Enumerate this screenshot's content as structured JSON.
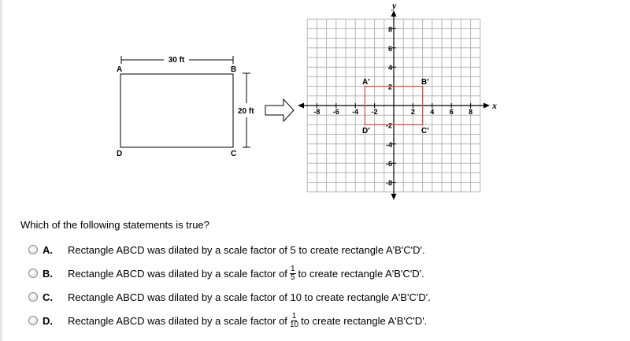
{
  "figure": {
    "original": {
      "width_label": "30 ft",
      "height_label": "20 ft",
      "vertices": {
        "A": "A",
        "B": "B",
        "C": "C",
        "D": "D"
      }
    },
    "arrow_icon": "right-outline-arrow-icon",
    "graph": {
      "x_axis_label": "x",
      "y_axis_label": "y",
      "x_ticks": [
        "-8",
        "-6",
        "-4",
        "-2",
        "2",
        "4",
        "6",
        "8"
      ],
      "y_ticks": [
        "8",
        "6",
        "4",
        "2",
        "-2",
        "-4",
        "-6",
        "-8"
      ],
      "image_vertices": {
        "A": "A′",
        "B": "B′",
        "C": "C′",
        "D": "D′"
      },
      "image_rect": {
        "x_min": -3,
        "x_max": 3,
        "y_min": -2,
        "y_max": 2
      },
      "image_color": "#d9534f"
    }
  },
  "question": "Which of the following statements is true?",
  "choices": [
    {
      "letter": "A.",
      "pre": "Rectangle ABCD was dilated by a scale factor of 5 to create rectangle A'B'C'D'.",
      "frac_num": "",
      "frac_den": "",
      "post": ""
    },
    {
      "letter": "B.",
      "pre": "Rectangle ABCD was dilated by a scale factor of",
      "frac_num": "1",
      "frac_den": "5",
      "post": "to create rectangle A'B'C'D'."
    },
    {
      "letter": "C.",
      "pre": "Rectangle ABCD was dilated by a scale factor of 10 to create rectangle A'B'C'D'.",
      "frac_num": "",
      "frac_den": "",
      "post": ""
    },
    {
      "letter": "D.",
      "pre": "Rectangle ABCD was dilated by a scale factor of",
      "frac_num": "1",
      "frac_den": "10",
      "post": "to create rectangle A'B'C'D'."
    }
  ]
}
